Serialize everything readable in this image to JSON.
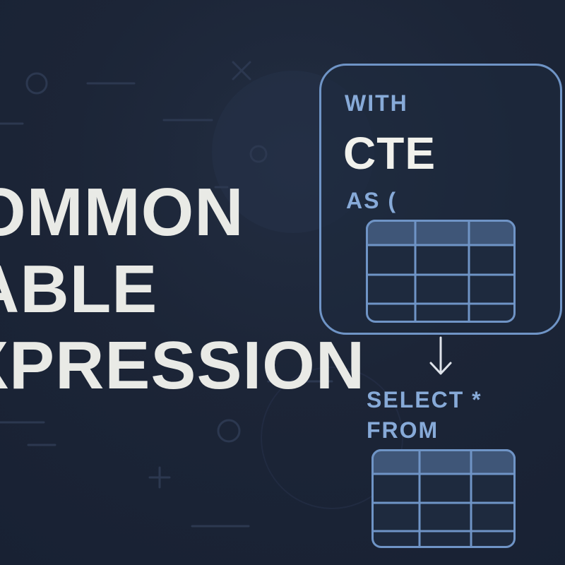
{
  "title": {
    "line1": "OMMON",
    "line2": "ABLE",
    "line3": "XPRESSION"
  },
  "cte_box": {
    "keyword_with": "WITH",
    "name": "CTE",
    "keyword_as": "AS ("
  },
  "query": {
    "keyword_select": "SELECT *",
    "keyword_from": "FROM"
  },
  "colors": {
    "background": "#1a2334",
    "title_text": "#e9eae6",
    "accent": "#6f94c6",
    "keyword_text": "#87aad8",
    "header_fill": "#3f5678"
  },
  "icons": [
    "table-grid-icon",
    "arrow-down-icon",
    "plus-icon",
    "cross-icon",
    "circle-icon"
  ]
}
